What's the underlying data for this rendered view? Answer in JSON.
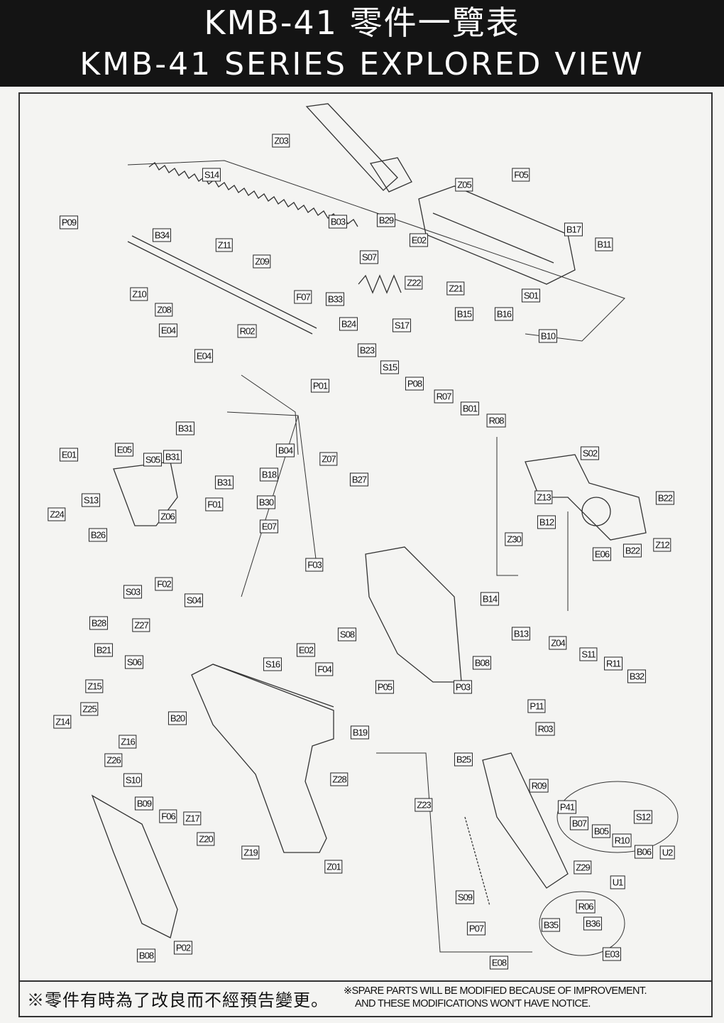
{
  "header": {
    "title_cn": "KMB-41 零件一覽表",
    "title_en": "KMB-41 SERIES EXPLORED VIEW"
  },
  "parts": [
    "Z03",
    "S14",
    "Z05",
    "F05",
    "P09",
    "B34",
    "B03",
    "B29",
    "E02",
    "B17",
    "B11",
    "Z11",
    "Z09",
    "S07",
    "Z22",
    "Z21",
    "S01",
    "Z10",
    "F07",
    "B33",
    "B15",
    "B16",
    "Z08",
    "E04",
    "R02",
    "B24",
    "S17",
    "B10",
    "E04",
    "B23",
    "S15",
    "P01",
    "P08",
    "R07",
    "B01",
    "R08",
    "B31",
    "E01",
    "E05",
    "S05",
    "B31",
    "B04",
    "Z07",
    "S02",
    "B18",
    "B27",
    "B31",
    "S13",
    "B30",
    "F01",
    "Z13",
    "B22",
    "Z24",
    "Z06",
    "E07",
    "B12",
    "B26",
    "Z30",
    "Z12",
    "E06",
    "B22",
    "F03",
    "S03",
    "F02",
    "S04",
    "B14",
    "B28",
    "Z27",
    "S08",
    "B13",
    "Z04",
    "S11",
    "R11",
    "B32",
    "B21",
    "S06",
    "E02",
    "S16",
    "F04",
    "B08",
    "P05",
    "P03",
    "Z15",
    "Z25",
    "P11",
    "B20",
    "B19",
    "Z14",
    "Z16",
    "R03",
    "Z26",
    "B25",
    "S10",
    "Z28",
    "R09",
    "B09",
    "F06",
    "Z17",
    "Z23",
    "P41",
    "S12",
    "B07",
    "B05",
    "R10",
    "B06",
    "U2",
    "Z20",
    "Z19",
    "Z01",
    "Z29",
    "U1",
    "R06",
    "S09",
    "B35",
    "B36",
    "P07",
    "B08",
    "P02",
    "E08",
    "E03"
  ],
  "footer": {
    "notice_cn": "※零件有時為了改良而不經預告變更。",
    "notice_en_line1": "※SPARE PARTS WILL BE MODIFIED BECAUSE OF IMPROVEMENT.",
    "notice_en_line2": "AND THESE MODIFICATIONS WON'T HAVE NOTICE."
  }
}
